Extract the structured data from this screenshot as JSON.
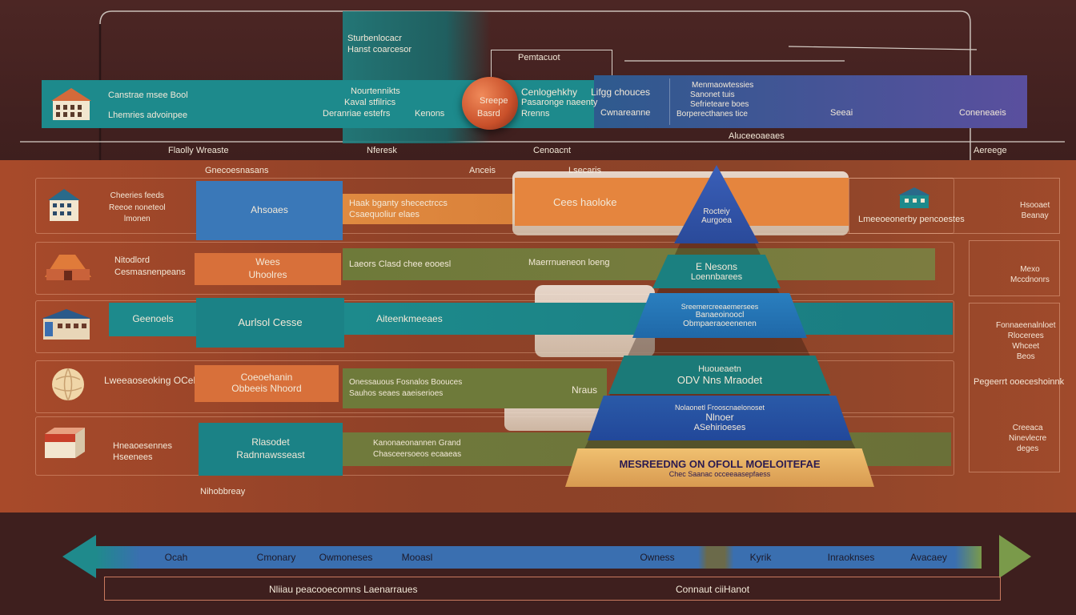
{
  "colors": {
    "teal": "#1b8a8c",
    "blue": "#3a6fb0",
    "orange": "#e07b3a",
    "purple": "#5a4f9e",
    "olive": "#6b7a3c",
    "rust": "#9c4a2c",
    "cream": "#f0c88c"
  },
  "top": {
    "label_a": "Sturbenlocacr",
    "label_b": "Hanst coarcesor",
    "bracket_label": "Pemtacuot",
    "left_box": {
      "line1": "Canstrae msee Bool",
      "line2": "Lhemries advoinpee"
    },
    "mid_a": {
      "line1": "Nourtennikts",
      "line2": "Kaval stfilrics",
      "line3": "Deranriae estefrs"
    },
    "kennos": "Kenons",
    "orb": {
      "line1": "Sreepe",
      "line2": "Basrd"
    },
    "mid_b": {
      "line1": "Cenlogehkhy",
      "line2": "Pasaronge naeenty",
      "line3": "Rrenns"
    },
    "lifg": "Lifgg chouces",
    "cwnareane": "Cwnareanne",
    "purple": {
      "line1": "Menmaowtessies",
      "line2": "Sanonet tuis",
      "line3": "Sefrieteare boes",
      "line4": "Borperecthanes tice"
    },
    "seeai": "Seeai",
    "coneeas": "Coneneaeis",
    "under": [
      "Flaolly Wreaste",
      "Nferesk",
      "Cenoacnt",
      "Aluceeoaeaes",
      "Aereege"
    ]
  },
  "row0_headings": [
    "Gnecoesnasans",
    "Anceis",
    "Lsecaris"
  ],
  "rows": [
    {
      "left": "Cheeries feeds\nReeoe noneteol\nlmonen",
      "box": "Ahsoaes",
      "bar1": "Haak bganty shecectrccs\nCsaequoliur elaes",
      "bar2": "Cees haoloke",
      "right_in": "Lmeeoeonerby pencoestes",
      "right": "Hsooaet\nBeanay"
    },
    {
      "left": "Nitodlord\nCesmasnenpeans",
      "box": "Wees\nUhoolres",
      "bar1": "Laeors  Clasd chee eooesl",
      "bar2": "Maerrnueneon loeng",
      "right": "Mexo\nMccdnonrs"
    },
    {
      "left": "Geenoels",
      "box": "Aurlsol Cesse",
      "bar1": "Aiteenkmeeaes",
      "right": "Fonnaeenalnloet\nRlocerees\nWhceet\nBeos"
    },
    {
      "left": "Lweeaoseoking OCeF",
      "box": "Coeoehanin\nObbeeis Nhoord",
      "bar1": "Onessauous Fosnalos Boouces\nSauhos seaes aaeiserioes",
      "bar2": "Nraus",
      "right": "Pegeerrt ooeceshoinnk"
    },
    {
      "left": "Hneaoesennes\nHseenees",
      "box": "Rlasodet\nRadnnawsseast",
      "bar1": "Kanonaeonannen Grand\nChasceersoeos ecaaeas",
      "right": "Creeaca\nNinevlecre\ndeges"
    }
  ],
  "footer_left": "Nihobbreay",
  "pyramid": [
    {
      "line1": "Rocteiy",
      "line2": "Aurgoea"
    },
    {
      "line1": "E Nesons",
      "line2": "Loennbarees"
    },
    {
      "line1": "Sreemercreeaemersees",
      "line2": "Banaeoinoocl",
      "line3": "Obmpaeraoeenenen"
    },
    {
      "line1": "Huoueaetn",
      "line2": "ODV  Nns Mraodet"
    },
    {
      "line1": "Nolaonetl  Frooscnaelonoset",
      "line2": "Nlnoer",
      "line3": "ASehirioeses"
    },
    {
      "line1": "MESREEDNG ON OFOLL  MOELOITEFAE",
      "line2": "Chec Saanac occeeaasepfaess"
    }
  ],
  "timeline": {
    "segments": [
      "Ocah",
      "Cmonary",
      "Owmoneses",
      "Mooasl",
      "Owness",
      "Kyrik",
      "Inraoknses",
      "Avacaey"
    ],
    "bottom_left": "Nliiau peacooecomns Laenarraues",
    "bottom_right": "Connaut ciiHanot"
  }
}
